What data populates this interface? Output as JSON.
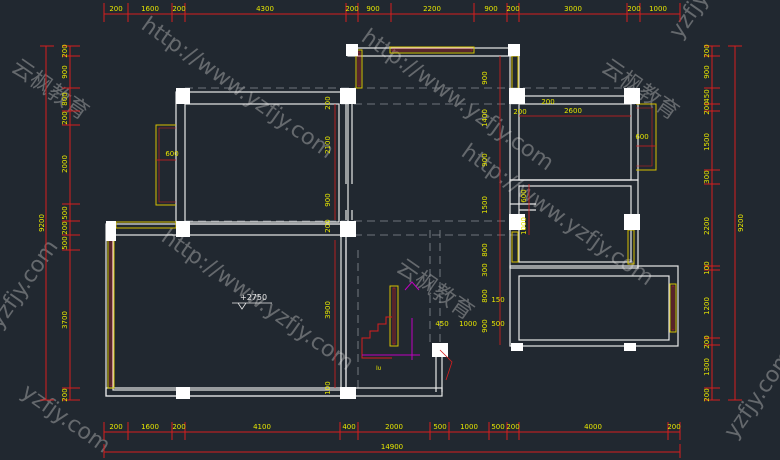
{
  "app": {
    "title": "CAD floor plan"
  },
  "colors": {
    "background": "#212830",
    "wall": "#e8e8e8",
    "dimension_line": "#d81e1e",
    "dimension_text": "#e6e600",
    "window_frame": "#d8c000",
    "grid_line": "#8a8f95",
    "column": "#ffffff",
    "magenta": "#c000c0",
    "watermark": "#b8b8b8"
  },
  "dims": {
    "top": [
      "200",
      "1600",
      "200",
      "4300",
      "200",
      "900",
      "2200",
      "900",
      "200",
      "3000",
      "200",
      "1000"
    ],
    "bottom": [
      "200",
      "1600",
      "200",
      "4100",
      "400",
      "2000",
      "500",
      "1000",
      "500",
      "200",
      "4000",
      "200"
    ],
    "total": "14900",
    "left_outer": "9200",
    "left": [
      "200",
      "900",
      "800",
      "200",
      "2000",
      "500",
      "200",
      "500",
      "3700",
      "200"
    ],
    "right_outer": "9200",
    "right": [
      "200",
      "900",
      "450",
      "200",
      "1500",
      "300",
      "2200",
      "100",
      "1200",
      "200",
      "1300",
      "200"
    ],
    "right_mid": [
      "900",
      "200",
      "100"
    ]
  },
  "inner": {
    "d_600_left": "600",
    "d_2600": "2600",
    "d_600_right": "600",
    "d_200a": "200",
    "d_200b": "200",
    "d_150": "150",
    "mid_col": [
      "200",
      "2100",
      "900",
      "200"
    ],
    "mid_col_lower": [
      "3900",
      "100"
    ],
    "right_col": [
      "1400",
      "900",
      "1500",
      "800",
      "300",
      "800",
      "900"
    ],
    "right_inner": [
      "1000",
      "600"
    ],
    "stair": [
      "450",
      "1000",
      "500"
    ],
    "elevation": "+2750",
    "stair_up": "Iᴜ"
  },
  "watermarks": {
    "url": "http://www.yzfjy.com",
    "brand": "云枫教育",
    "short": "yzfjy.com"
  }
}
